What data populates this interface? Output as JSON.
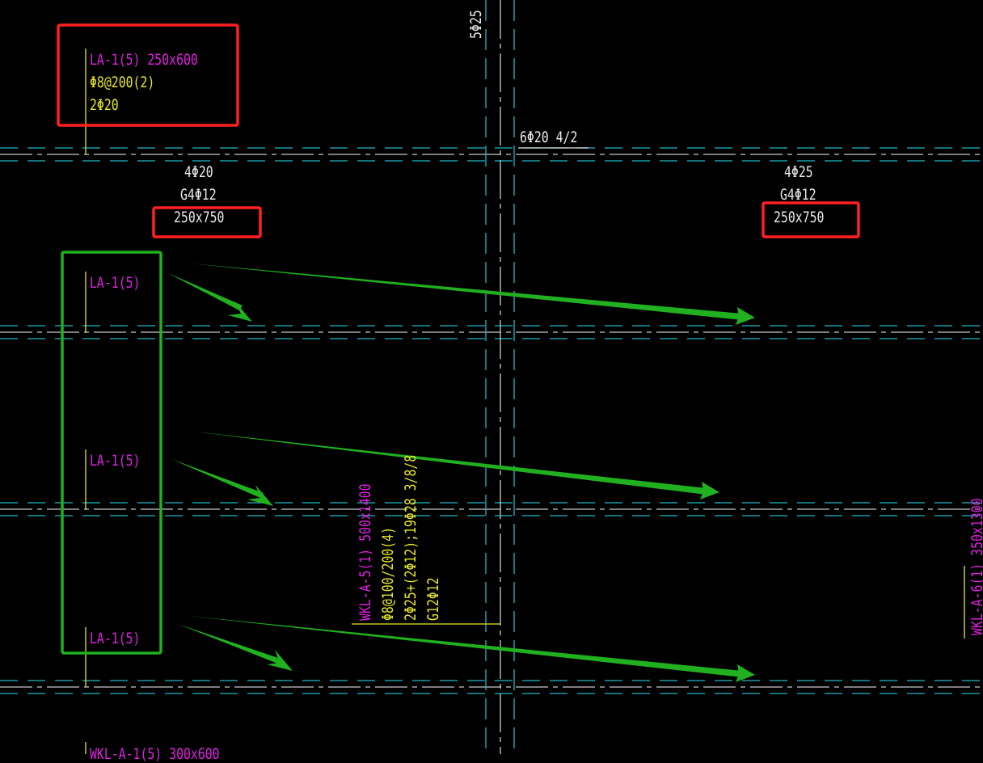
{
  "colors": {
    "background": "#000000",
    "axis_gray": "#c8c8c8",
    "beam_cyan": "#1fb7c4",
    "label_magenta": "#e020e0",
    "label_yellow": "#e6e62a",
    "label_white": "#e8e8e8",
    "highlight_red": "#ff2020",
    "highlight_green": "#20b020"
  },
  "top_beam": {
    "name": "LA-1(5) 250x600",
    "stirrup": "Φ8@200(2)",
    "top_bars": "2Φ20"
  },
  "column_top_label": "5Φ25",
  "span_bar_label": "6Φ20 4/2",
  "left_span": {
    "bottom_bars": "4Φ20",
    "side_bars": "G4Φ12",
    "section": "250x750"
  },
  "right_span": {
    "bottom_bars": "4Φ25",
    "side_bars": "G4Φ12",
    "section": "250x750"
  },
  "repeated_beam_labels": [
    "LA-1(5)",
    "LA-1(5)",
    "LA-1(5)"
  ],
  "wkl_a5": {
    "name": "WKL-A-5(1) 500x1400",
    "stirrup": "Φ8@100/200(4)",
    "bars": "2Φ25+(2Φ12);19Φ28 3/8/8",
    "side": "G12Φ12"
  },
  "wkl_a6_label": "WKL-A-6(1) 350x1300",
  "bottom_partial_label": "WKL-A-1(5) 300x600",
  "annotations": {
    "red_boxes": 3,
    "green_box": 1,
    "green_arrows": 6
  }
}
